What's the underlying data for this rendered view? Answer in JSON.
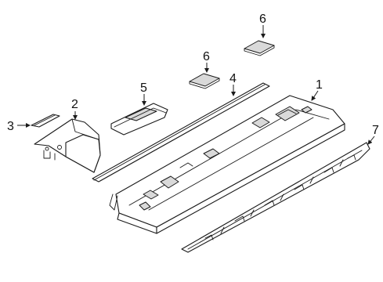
{
  "callouts": {
    "c1": "1",
    "c2": "2",
    "c3": "3",
    "c4": "4",
    "c5": "5",
    "c6a": "6",
    "c6b": "6",
    "c7": "7"
  }
}
